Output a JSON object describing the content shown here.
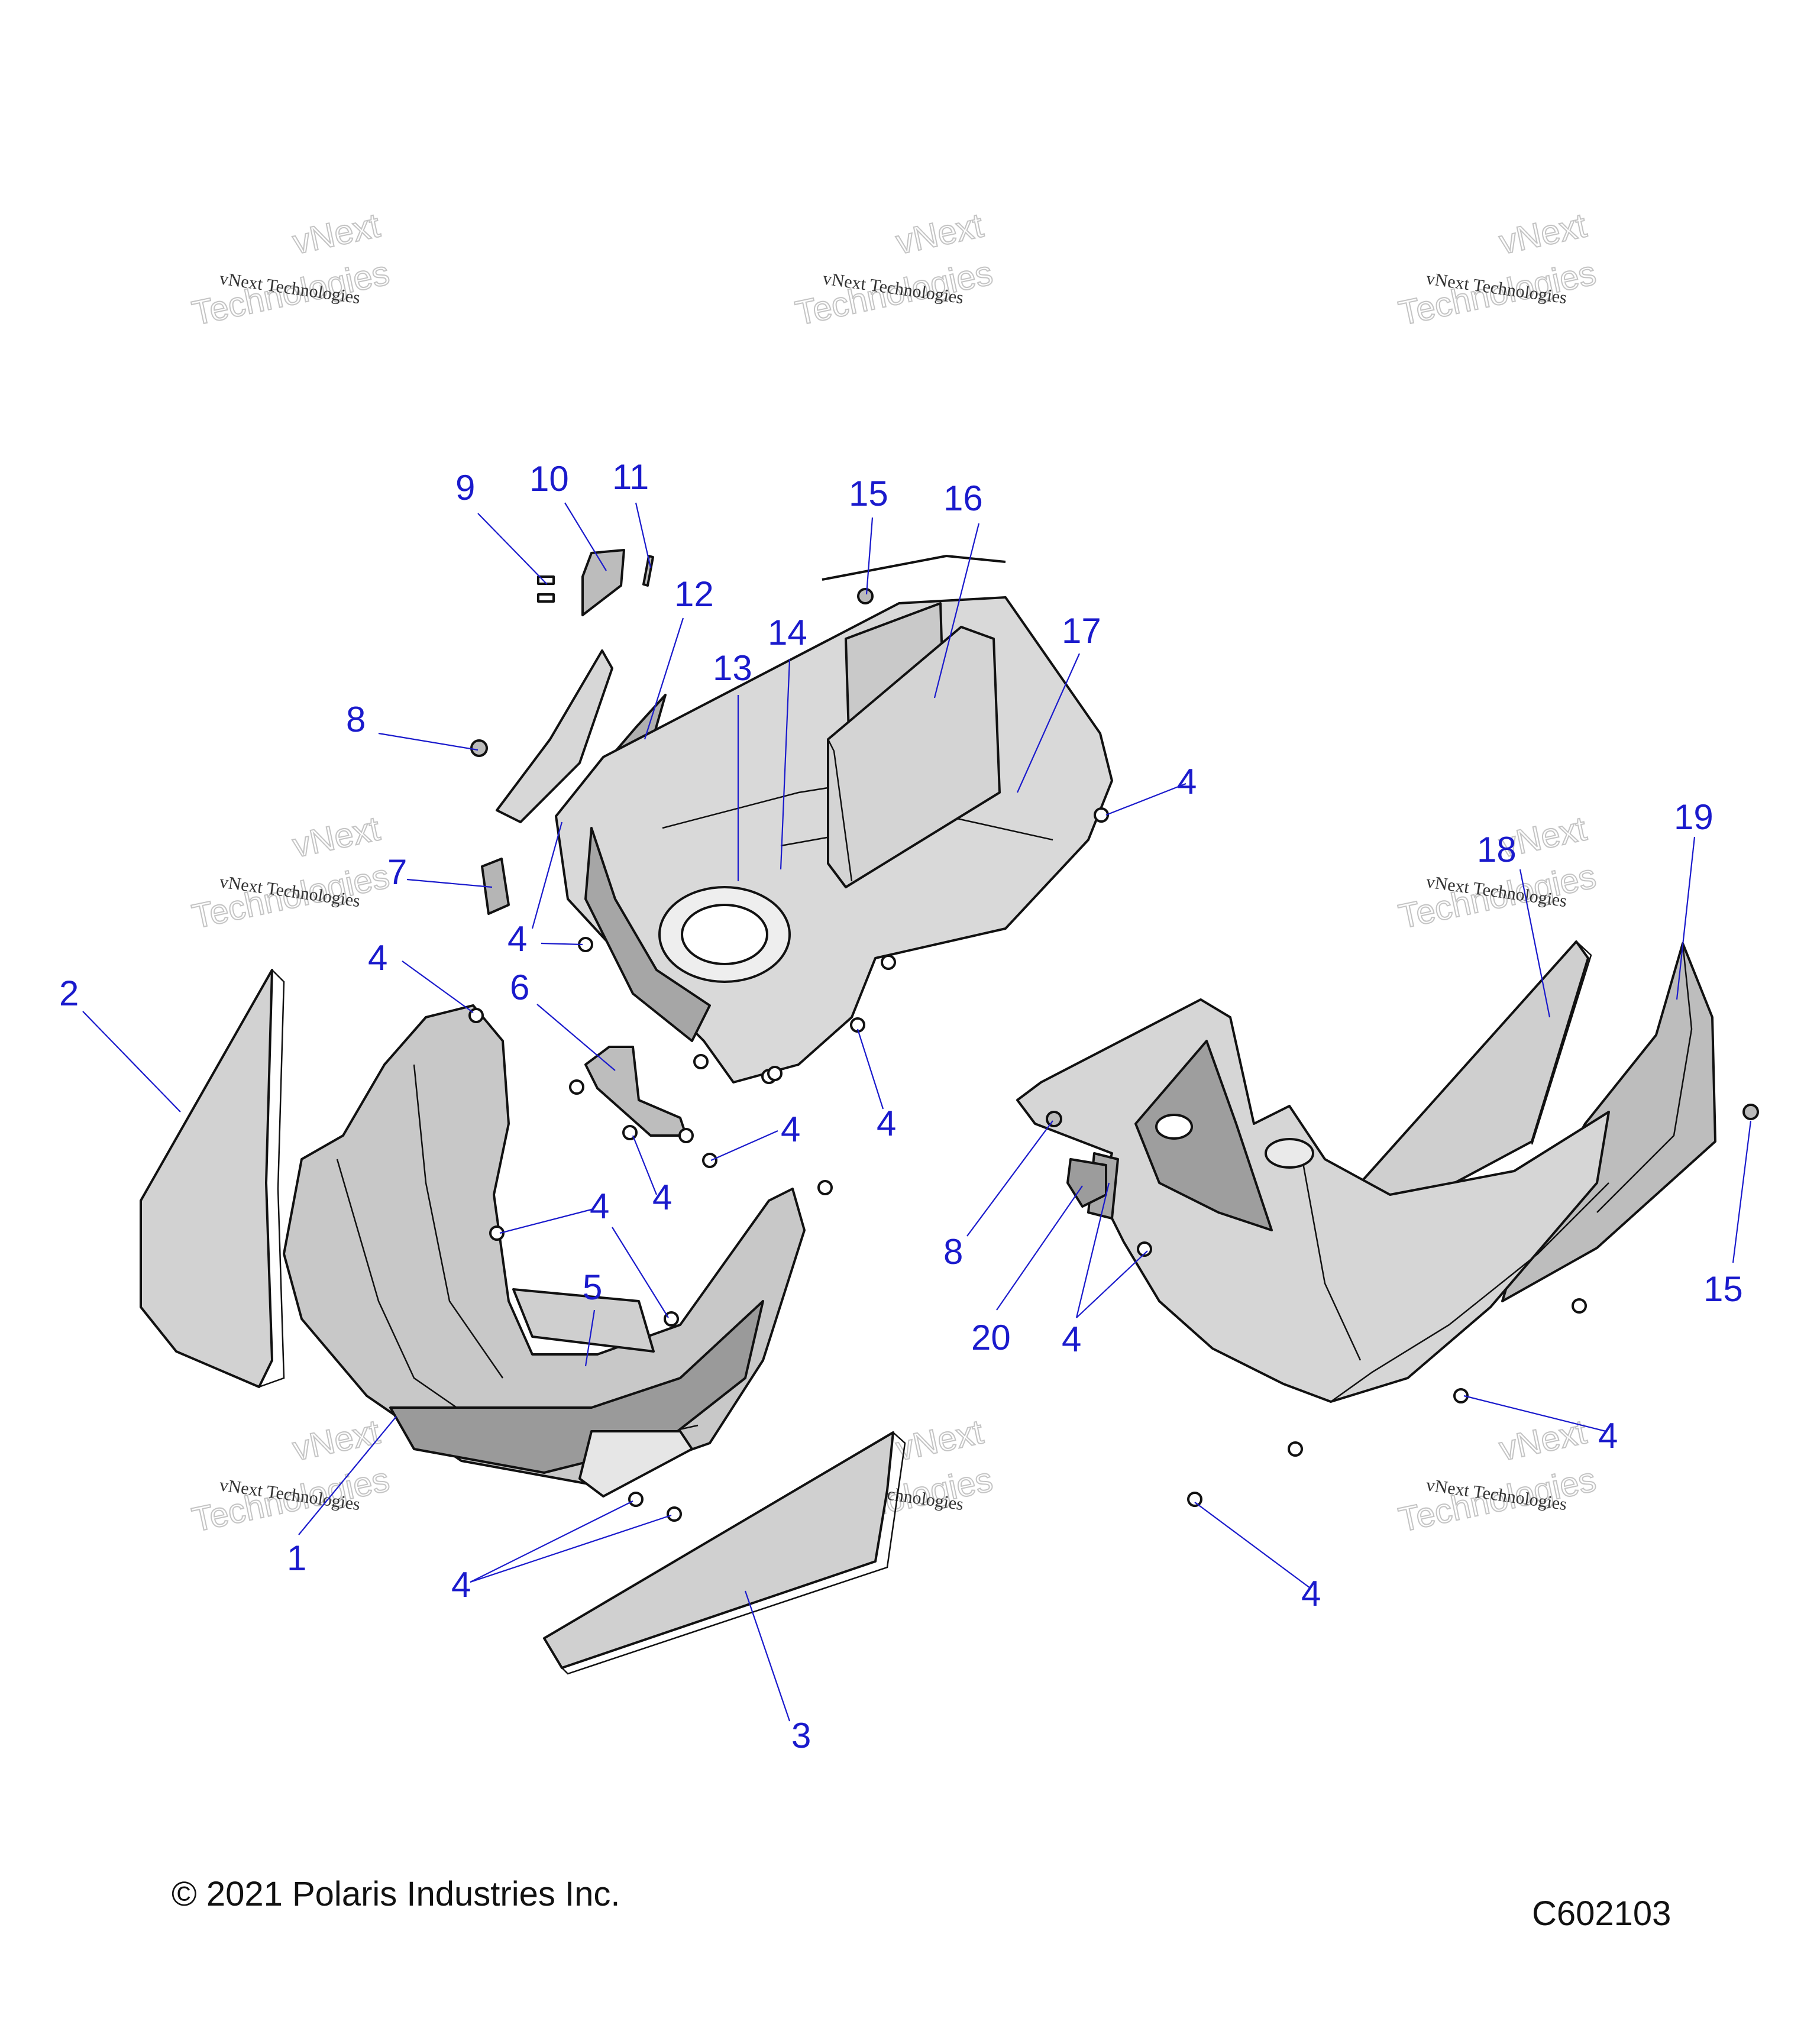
{
  "watermark": {
    "line_small": "vNext Technologies",
    "line_big_1": "vNext",
    "line_big_2": "Technologies"
  },
  "callouts": [
    "1",
    "2",
    "3",
    "4",
    "5",
    "6",
    "7",
    "8",
    "9",
    "10",
    "11",
    "12",
    "13",
    "14",
    "15",
    "16",
    "17",
    "18",
    "19",
    "20"
  ],
  "footer": {
    "copyright": "© 2021 Polaris Industries Inc.",
    "drawing_code": "C602103"
  }
}
